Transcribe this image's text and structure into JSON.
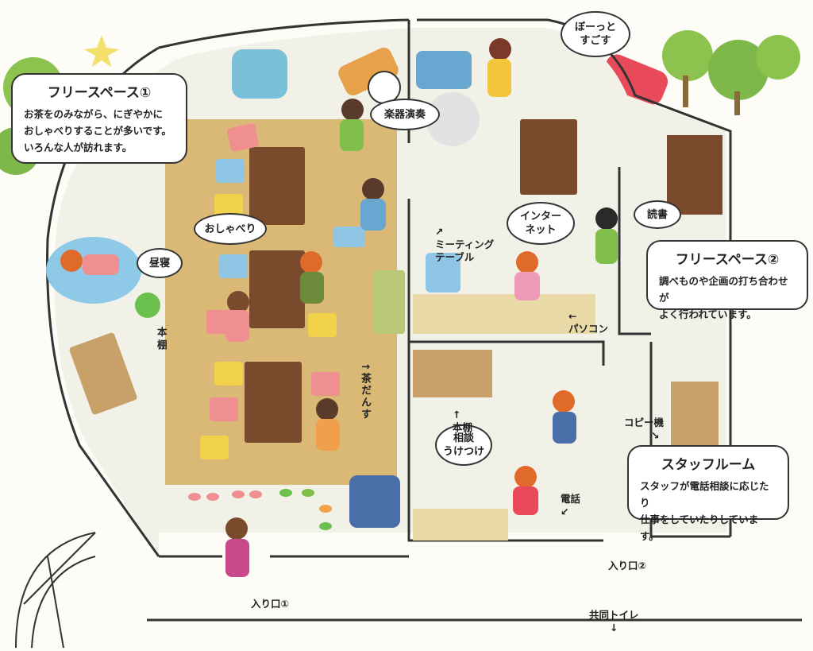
{
  "info_boxes": {
    "free_space_1": {
      "title": "フリースペース①",
      "text": "お茶をのみながら、にぎやかに\nおしゃべりすることが多いです。\nいろんな人が訪れます。"
    },
    "free_space_2": {
      "title": "フリースペース②",
      "text": "調べものや企画の打ち合わせが\nよく行われています。"
    },
    "staff_room": {
      "title": "スタッフルーム",
      "text": "スタッフが電話相談に応じたり\n仕事をしていたりしています。"
    }
  },
  "bubbles": {
    "boutto": "ぼーっと\nすごす",
    "gakki": "楽器演奏",
    "oshaberi": "おしゃべり",
    "hirune": "昼寝",
    "internet": "インター\nネット",
    "dokusho": "読書",
    "soudan": "相談\nうけつけ"
  },
  "labels": {
    "meeting_table": "ミーティング\nテーブル",
    "pasokon": "パソコン",
    "honda_na_left": "本\n棚",
    "honda_na_center": "本棚",
    "chadansu": "茶だんす",
    "copy": "コピー機",
    "denwa": "電話",
    "iriguchi_1": "入り口①",
    "iriguchi_2": "入り口②",
    "toilet": "共同トイレ"
  },
  "colors": {
    "floor": "#f2f1e8",
    "rug": "#d9b975",
    "wall": "#333333",
    "table": "#7a4a2c",
    "cushion_yellow": "#f2d24a",
    "cushion_pink": "#ef8f8f",
    "cushion_blue": "#8fc6e6",
    "tree": "#7fbf4a",
    "car": "#e84a5a"
  }
}
